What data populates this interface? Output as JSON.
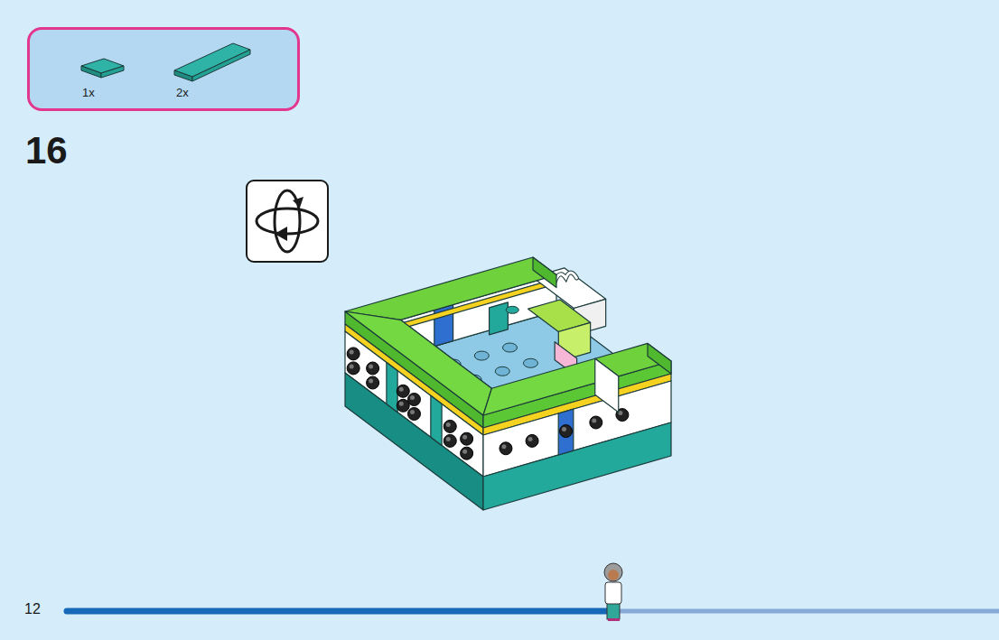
{
  "diagram": {
    "nodes": [
      {
        "text": [
          "1x",
          "2x"
        ]
      }
    ],
    "labels": [
      "16",
      "12"
    ]
  }
}
